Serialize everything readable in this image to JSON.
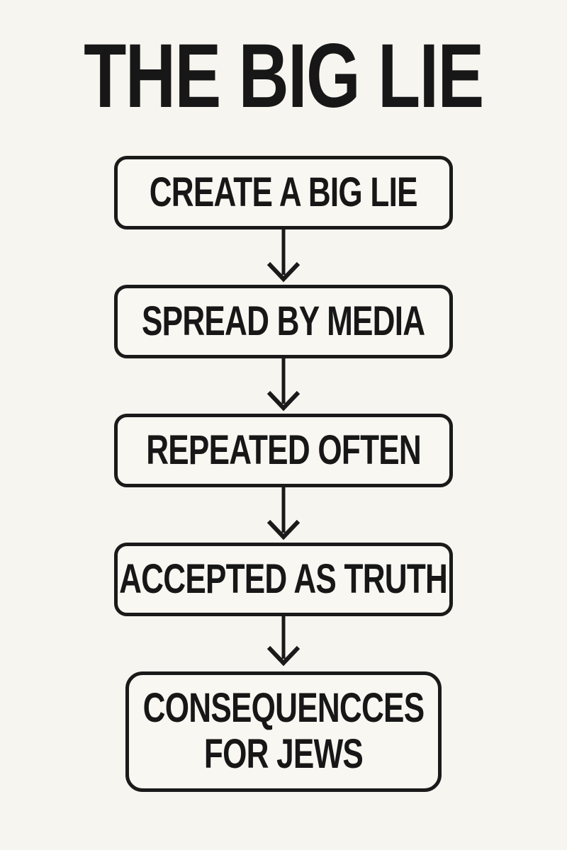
{
  "poster": {
    "title": "THE BIG LIE",
    "steps": [
      "CREATE A BIG LIE",
      "SPREAD BY MEDIA",
      "REPEATED OFTEN",
      "ACCEPTED AS TRUTH",
      "CONSEQUENCCES FOR JEWS"
    ],
    "colors": {
      "background": "#f6f5f0",
      "ink": "#1a1a1a"
    }
  }
}
